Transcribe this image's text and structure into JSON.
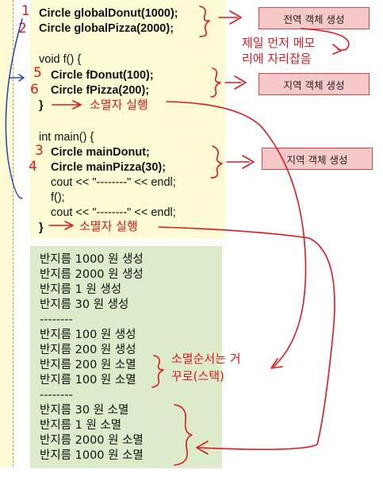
{
  "code": {
    "global_donut": "Circle globalDonut(1000);",
    "global_pizza": "Circle globalPizza(2000);",
    "void_f": "void f() {",
    "f_donut": "Circle fDonut(100);",
    "f_pizza": "Circle fPizza(200);",
    "close_f": "}",
    "int_main": "int main() {",
    "main_donut": "Circle mainDonut;",
    "main_pizza": "Circle mainPizza(30);",
    "cout1": "cout << \"--------\" << endl;",
    "call_f": "f();",
    "cout2": "cout << \"--------\" << endl;",
    "close_main": "}"
  },
  "output": {
    "lines": [
      "반지름 1000 원 생성",
      "반지름 2000 원 생성",
      "반지름 1 원 생성",
      "반지름 30 원 생성",
      "--------",
      "반지름 100 원 생성",
      "반지름 200 원 생성",
      "반지름 200 원 소멸",
      "반지름 100 원 소멸",
      "--------",
      "반지름 30 원 소멸",
      "반지름 1 원 소멸",
      "반지름 2000 원 소멸",
      "반지름 1000 원 소멸"
    ]
  },
  "callouts": {
    "global": "전역 객체 생성",
    "local_f": "지역 객체 생성",
    "local_main": "지역 객체 생성"
  },
  "annotations": {
    "first_in_memory_1": "제일 먼저 메모",
    "first_in_memory_2": "리에 자리잡음",
    "destructor_f": "소멸자 실행",
    "destructor_main": "소멸자 실행",
    "reverse_order_1": "소멸순서는 거",
    "reverse_order_2": "꾸로(스택)",
    "num_1": "1",
    "num_2": "2",
    "num_3": "3",
    "num_4": "4",
    "num_5": "5",
    "num_6": "6"
  },
  "colors": {
    "code_bg": "#fdfbd4",
    "output_bg": "#dcebc9",
    "callout_bg": "#f6c9c9",
    "callout_border": "#d04848",
    "annotation": "#e0181f"
  }
}
